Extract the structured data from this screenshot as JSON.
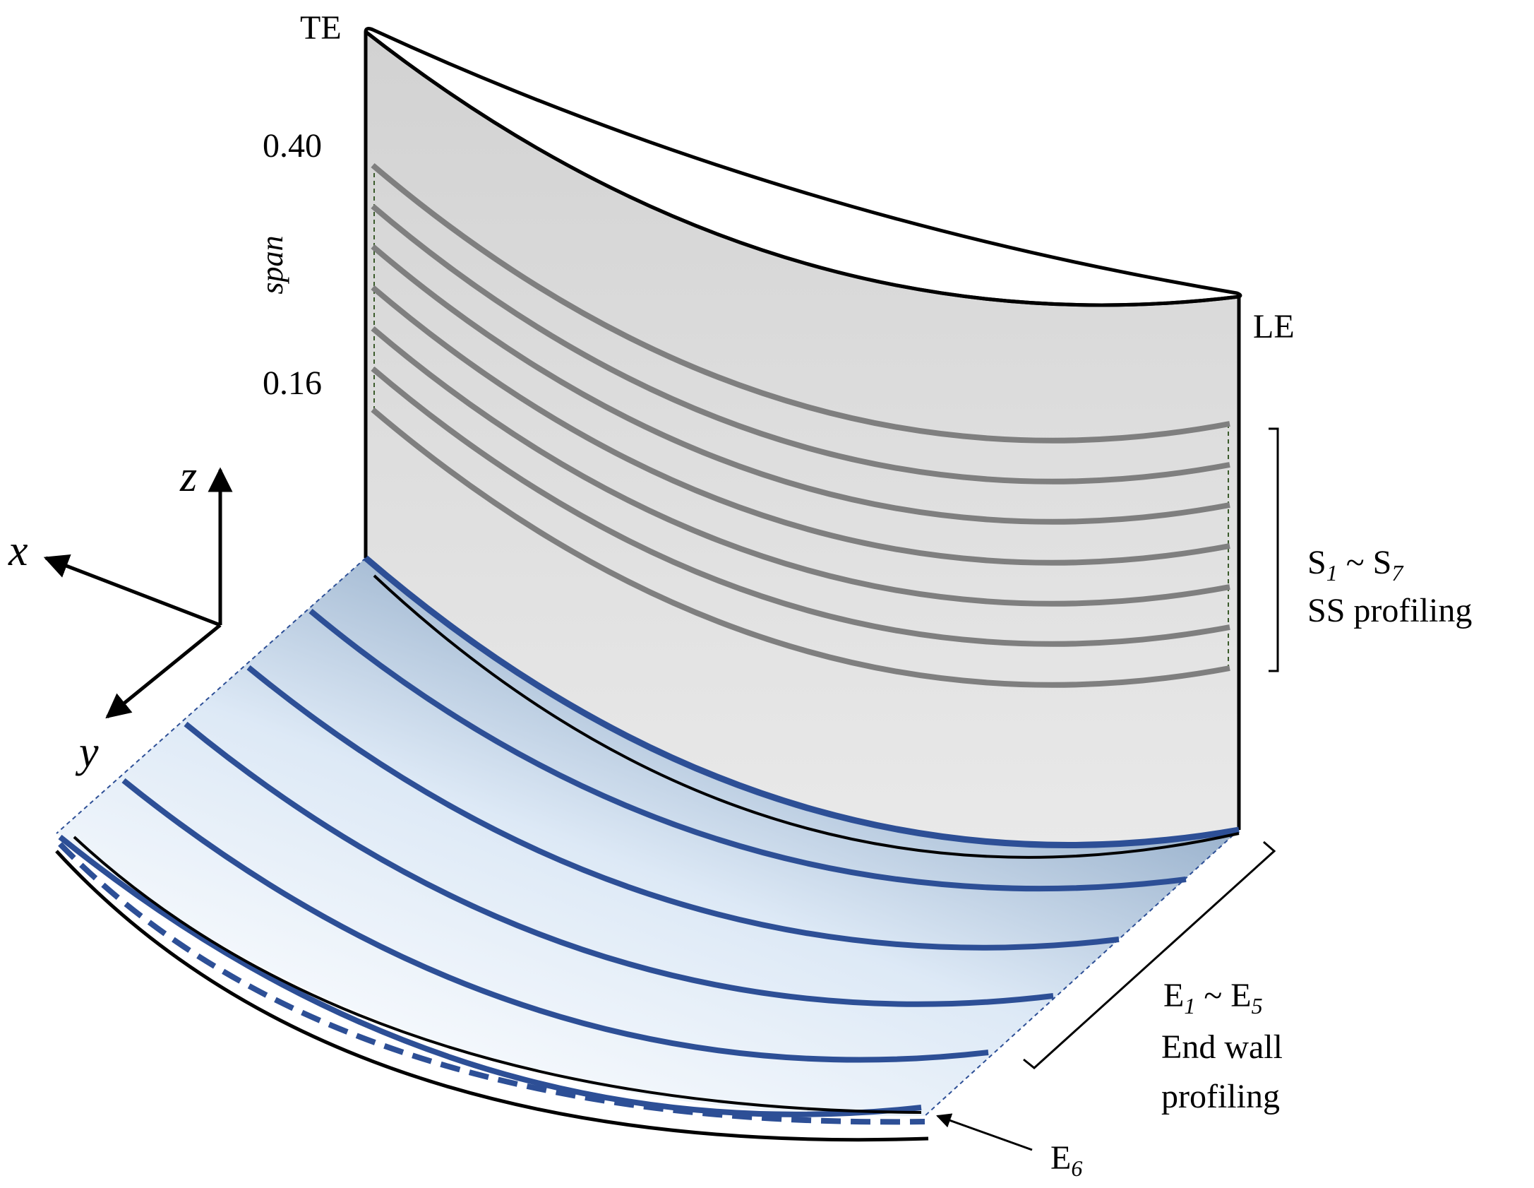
{
  "labels": {
    "te": "TE",
    "le": "LE",
    "span_axis": "span",
    "span_tick_upper": "0.40",
    "span_tick_lower": "0.16"
  },
  "axes": {
    "x": "x",
    "y": "y",
    "z": "z"
  },
  "groups": {
    "ss": {
      "letter": "S",
      "sub_first": "1",
      "tilde": " ~ ",
      "sub_last": "7",
      "caption": "SS profiling"
    },
    "ew": {
      "letter": "E",
      "sub_first": "1",
      "tilde": " ~ ",
      "sub_last": "5",
      "caption_line1": "End wall",
      "caption_line2": "profiling"
    },
    "e6": {
      "letter": "E",
      "sub": "6"
    }
  },
  "counts": {
    "ss_lines": 7,
    "ew_lines": 5
  },
  "colors": {
    "blade_fill": "#e0e0e0",
    "ss_line": "#7f7f7f",
    "ew_line": "#2d4f96",
    "ew_fill_light": "#f3f7fc",
    "ew_fill_dark": "#8fa9c6",
    "outline": "#000000"
  }
}
